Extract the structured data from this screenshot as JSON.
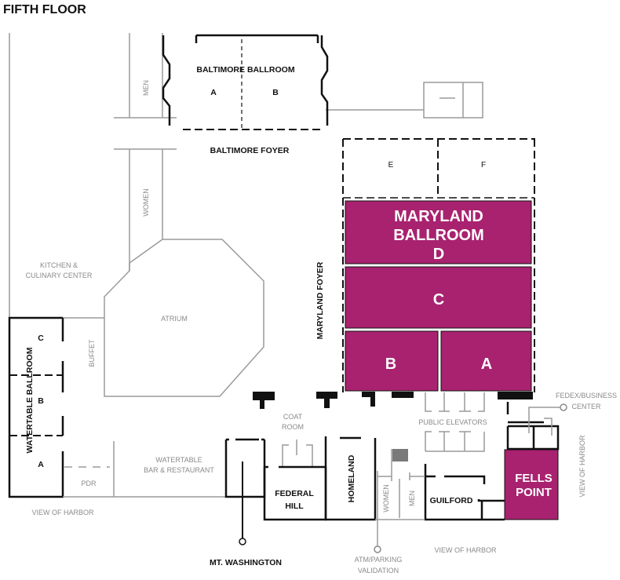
{
  "title": "FIFTH FLOOR",
  "colors": {
    "highlight": "#a8226f",
    "wall": "#111111",
    "secondary": "#8a8a8a"
  },
  "rooms": {
    "baltimore_ballroom": {
      "name": "BALTIMORE BALLROOM",
      "a": "A",
      "b": "B"
    },
    "baltimore_foyer": "BALTIMORE FOYER",
    "maryland_ballroom": {
      "name_line1": "MARYLAND",
      "name_line2": "BALLROOM",
      "d": "D",
      "c": "C",
      "b": "B",
      "a": "A",
      "e": "E",
      "f": "F"
    },
    "maryland_foyer": "MARYLAND FOYER",
    "watertable_ballroom": {
      "name": "WATERTABLE BALLROOM",
      "c": "C",
      "b": "B",
      "a": "A"
    },
    "federal_hill": {
      "line1": "FEDERAL",
      "line2": "HILL"
    },
    "homeland": "HOMELAND",
    "guilford": "GUILFORD",
    "fells_point": {
      "line1": "FELLS",
      "line2": "POINT"
    },
    "mt_washington": "MT. WASHINGTON"
  },
  "areas": {
    "men_top": "MEN",
    "women_top": "WOMEN",
    "kitchen": {
      "line1": "KITCHEN &",
      "line2": "CULINARY CENTER"
    },
    "atrium": "ATRIUM",
    "buffet": "BUFFET",
    "pdr": "PDR",
    "watertable_bar": {
      "line1": "WATERTABLE",
      "line2": "BAR & RESTAURANT"
    },
    "coat_room": {
      "line1": "COAT",
      "line2": "ROOM"
    },
    "public_elevators": "PUBLIC ELEVATORS",
    "women_bottom": "WOMEN",
    "men_bottom": "MEN",
    "fedex": {
      "line1": "FEDEX/BUSINESS",
      "line2": "CENTER"
    },
    "atm": {
      "line1": "ATM/PARKING",
      "line2": "VALIDATION"
    },
    "view_left": "VIEW OF HARBOR",
    "view_bottom": "VIEW OF HARBOR",
    "view_right": "VIEW OF HARBOR"
  }
}
